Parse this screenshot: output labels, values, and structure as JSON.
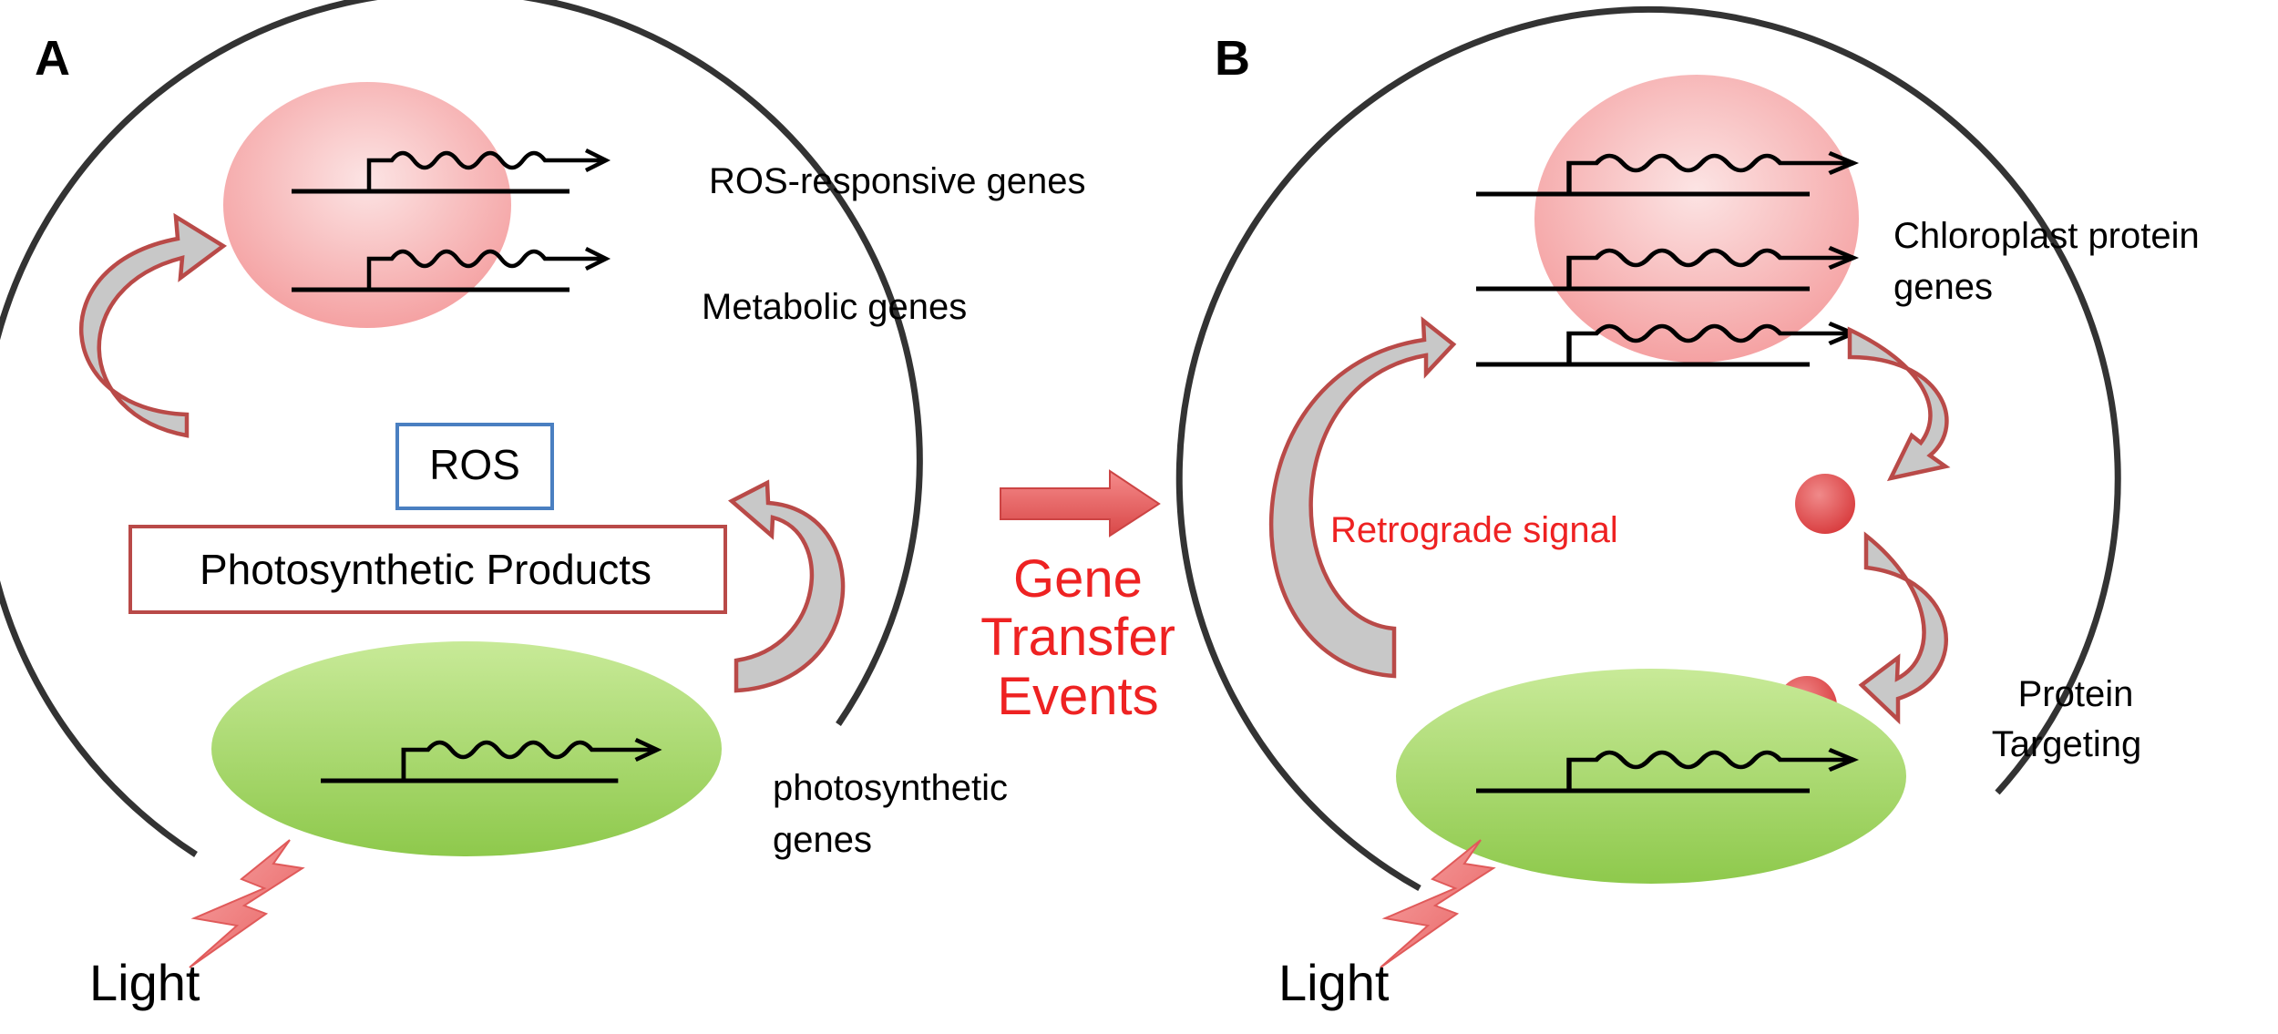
{
  "panels": {
    "a": {
      "letter": "A",
      "nucleus_labels": [
        "ROS-responsive genes",
        "Metabolic genes"
      ],
      "ros_label": "ROS",
      "products_label": "Photosynthetic Products",
      "chloroplast_label_lines": [
        "photosynthetic",
        "genes"
      ],
      "light_label": "Light"
    },
    "b": {
      "letter": "B",
      "nucleus_label_lines": [
        "Chloroplast protein",
        "genes"
      ],
      "retrograde_label": "Retrograde signal",
      "targeting_label_lines": [
        "Protein",
        "Targeting"
      ],
      "light_label": "Light"
    }
  },
  "transfer": {
    "label_lines": [
      "Gene",
      "Transfer",
      "Events"
    ]
  },
  "colors": {
    "cell_outline": "#333333",
    "nucleus_fill": "#f4a5a6",
    "chloroplast_fill": "#a7d66c",
    "arrow_outline": "#b94a48",
    "arrow_fill": "#c8c8c8",
    "ros_box": "#4a7fc1",
    "products_box": "#b94a48",
    "accent_red": "#ee2222",
    "protein_dot": "#e0484a",
    "lightning": "#f07878"
  }
}
